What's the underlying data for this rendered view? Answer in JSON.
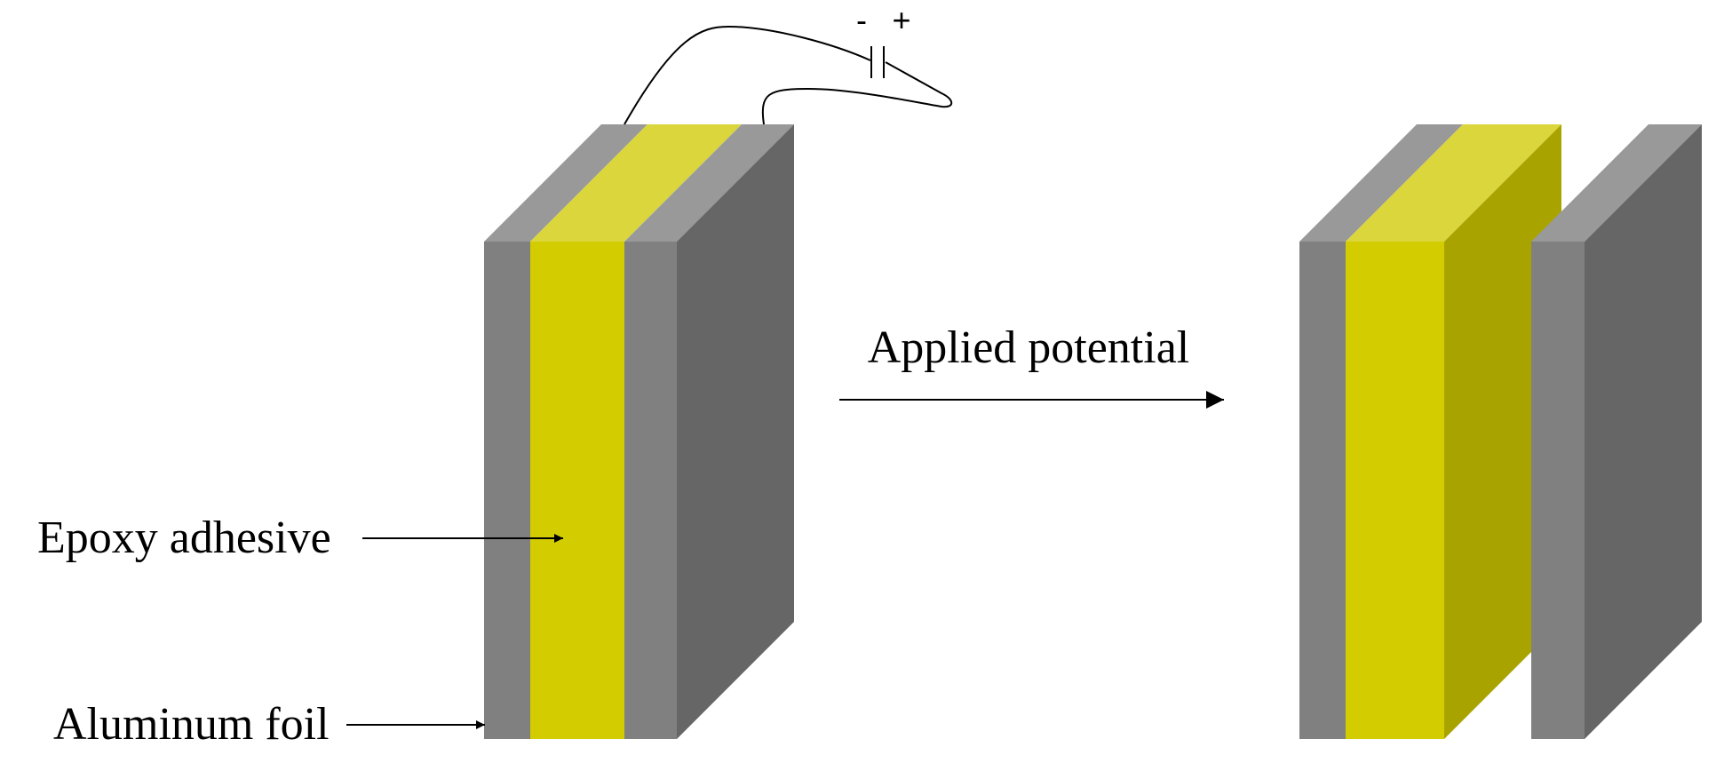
{
  "labels": {
    "applied_potential": "Applied potential",
    "epoxy_adhesive": "Epoxy adhesive",
    "aluminum_foil": "Aluminum foil",
    "minus_sign": "-",
    "plus_sign": "+"
  },
  "colors": {
    "foil_front": "#808080",
    "foil_top": "#999999",
    "foil_side": "#666666",
    "epoxy_front": "#d2cc00",
    "epoxy_top": "#dbd63c",
    "epoxy_side": "#a9a300",
    "line": "#000000"
  }
}
